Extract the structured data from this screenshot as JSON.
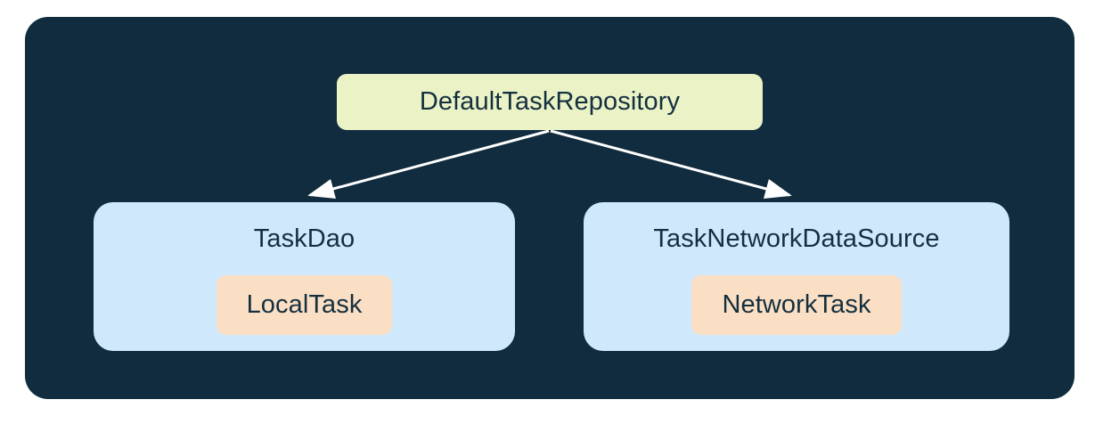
{
  "diagram": {
    "type": "architecture-layer-diagram",
    "panel_color": "#102c3e",
    "page_background": "#ffffff",
    "connector_color": "#ffffff",
    "nodes": {
      "root": {
        "label": "DefaultTaskRepository",
        "fill": "#eaf2c6",
        "text_color": "#14303f"
      },
      "children": [
        {
          "label": "TaskDao",
          "fill": "#d0e8fc",
          "text_color": "#14303f",
          "chip": {
            "label": "LocalTask",
            "fill": "#fbdfc4",
            "text_color": "#14303f"
          }
        },
        {
          "label": "TaskNetworkDataSource",
          "fill": "#d0e8fc",
          "text_color": "#14303f",
          "chip": {
            "label": "NetworkTask",
            "fill": "#fbdfc4",
            "text_color": "#14303f"
          }
        }
      ]
    },
    "edges": [
      {
        "from": "DefaultTaskRepository",
        "to": "TaskDao",
        "arrow": "open-triangle"
      },
      {
        "from": "DefaultTaskRepository",
        "to": "TaskNetworkDataSource",
        "arrow": "open-triangle"
      }
    ]
  }
}
